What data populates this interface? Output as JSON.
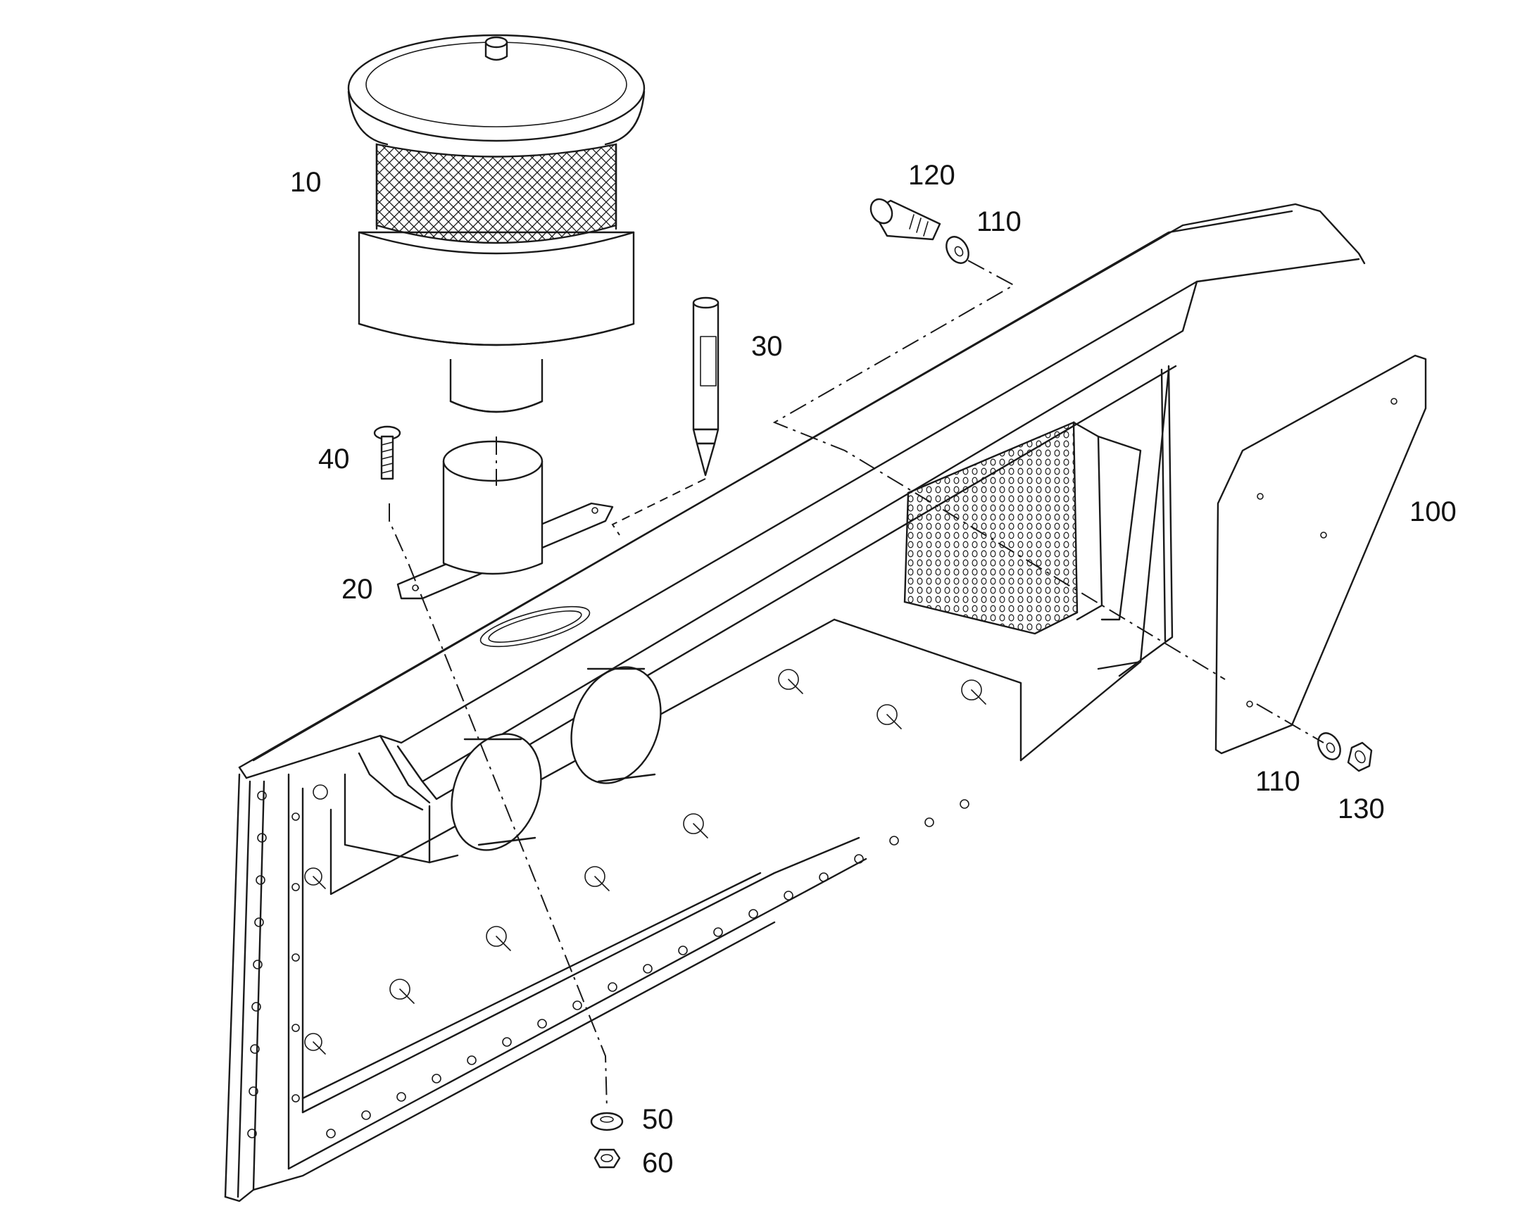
{
  "callouts": [
    {
      "id": "10",
      "text": "10"
    },
    {
      "id": "20",
      "text": "20"
    },
    {
      "id": "30",
      "text": "30"
    },
    {
      "id": "40",
      "text": "40"
    },
    {
      "id": "50",
      "text": "50"
    },
    {
      "id": "60",
      "text": "60"
    },
    {
      "id": "100",
      "text": "100"
    },
    {
      "id": "110a",
      "text": "110"
    },
    {
      "id": "110b",
      "text": "110"
    },
    {
      "id": "120",
      "text": "120"
    },
    {
      "id": "130",
      "text": "130"
    }
  ],
  "colors": {
    "line": "#1a1a1a",
    "background": "#ffffff"
  }
}
